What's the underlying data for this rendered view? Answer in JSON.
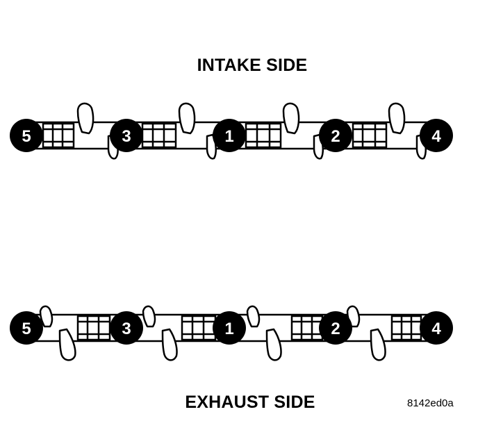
{
  "diagram": {
    "intake_title": "INTAKE SIDE",
    "exhaust_title": "EXHAUST SIDE",
    "figure_id": "8142ed0a",
    "intake_sequence": [
      "5",
      "3",
      "1",
      "2",
      "4"
    ],
    "exhaust_sequence": [
      "5",
      "3",
      "1",
      "2",
      "4"
    ]
  },
  "colors": {
    "ink": "#000000",
    "paper": "#ffffff"
  }
}
